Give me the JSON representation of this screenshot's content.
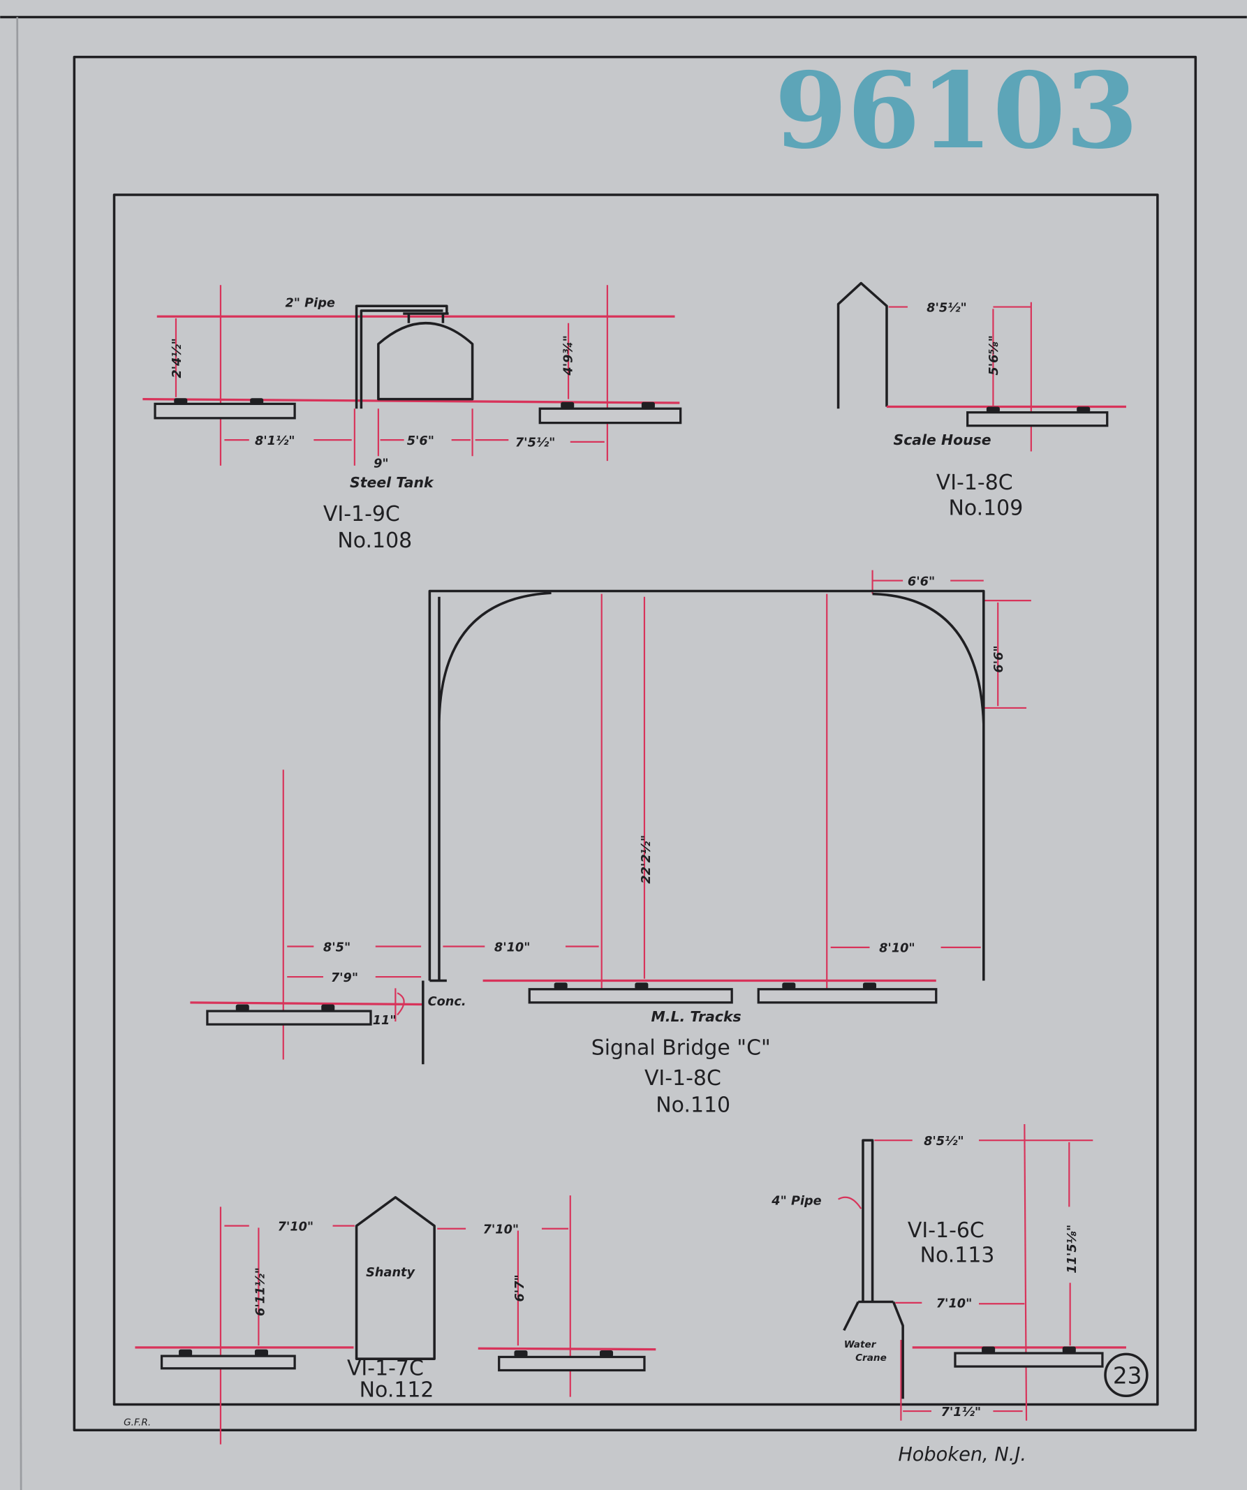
{
  "stamp": {
    "text": "96103"
  },
  "sheet": {
    "number": "23",
    "location": "Hoboken, N.J.",
    "initials": "G.F.R."
  },
  "colors": {
    "paper": "#c6c8cb",
    "ink": "#1f1f22",
    "dimension_red": "#d8335a",
    "stamp_blue": "#3a9ab2"
  },
  "steel_tank": {
    "label": "Steel Tank",
    "code": "VI-1-9C",
    "number": "No.108",
    "pipe": "2\" Pipe",
    "dims": {
      "left_height": "2'4½\"",
      "right_height": "4'9¾\"",
      "left_offset": "8'1½\"",
      "pipe_gap": "9\"",
      "tank_width": "5'6\"",
      "right_offset": "7'5½\""
    }
  },
  "scale_house": {
    "label": "Scale House",
    "code": "VI-1-8C",
    "number": "No.109",
    "dims": {
      "offset": "8'5½\"",
      "height": "5'6⅝\""
    }
  },
  "signal_bridge": {
    "label": "Signal Bridge \"C\"",
    "code": "VI-1-8C",
    "number": "No.110",
    "tracks_label": "M.L. Tracks",
    "conc_label": "Conc.",
    "dims": {
      "corner_w": "6'6\"",
      "corner_h": "6'6\"",
      "clearance": "22'2½\"",
      "left_a": "8'5\"",
      "left_b": "7'9\"",
      "left_inner": "8'10\"",
      "right_inner": "8'10\"",
      "rise": "11\""
    }
  },
  "shanty": {
    "label": "Shanty",
    "code": "VI-1-7C",
    "number": "No.112",
    "dims": {
      "left_offset": "7'10\"",
      "right_offset": "7'10\"",
      "left_height": "6'11½\"",
      "right_height": "6'7\""
    }
  },
  "water_crane": {
    "label_line1": "Water",
    "label_line2": "Crane",
    "pipe": "4\" Pipe",
    "code": "VI-1-6C",
    "number": "No.113",
    "dims": {
      "top_offset": "8'5½\"",
      "height": "11'5⅛\"",
      "mid_offset": "7'10\"",
      "base_offset": "7'1½\""
    }
  }
}
